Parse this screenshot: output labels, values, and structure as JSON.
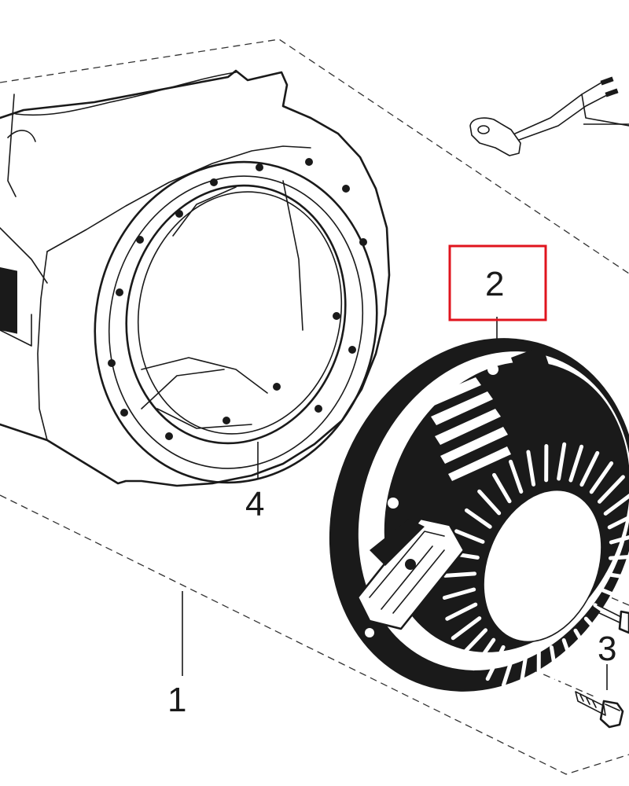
{
  "callouts": [
    {
      "id": "part-1",
      "label": "1"
    },
    {
      "id": "part-2",
      "label": "2"
    },
    {
      "id": "part-3",
      "label": "3"
    },
    {
      "id": "part-4",
      "label": "4"
    }
  ],
  "highlight": {
    "target": "part-2",
    "color": "#e0141e"
  },
  "colors": {
    "ink": "#1a1a1a",
    "background": "#ffffff"
  }
}
